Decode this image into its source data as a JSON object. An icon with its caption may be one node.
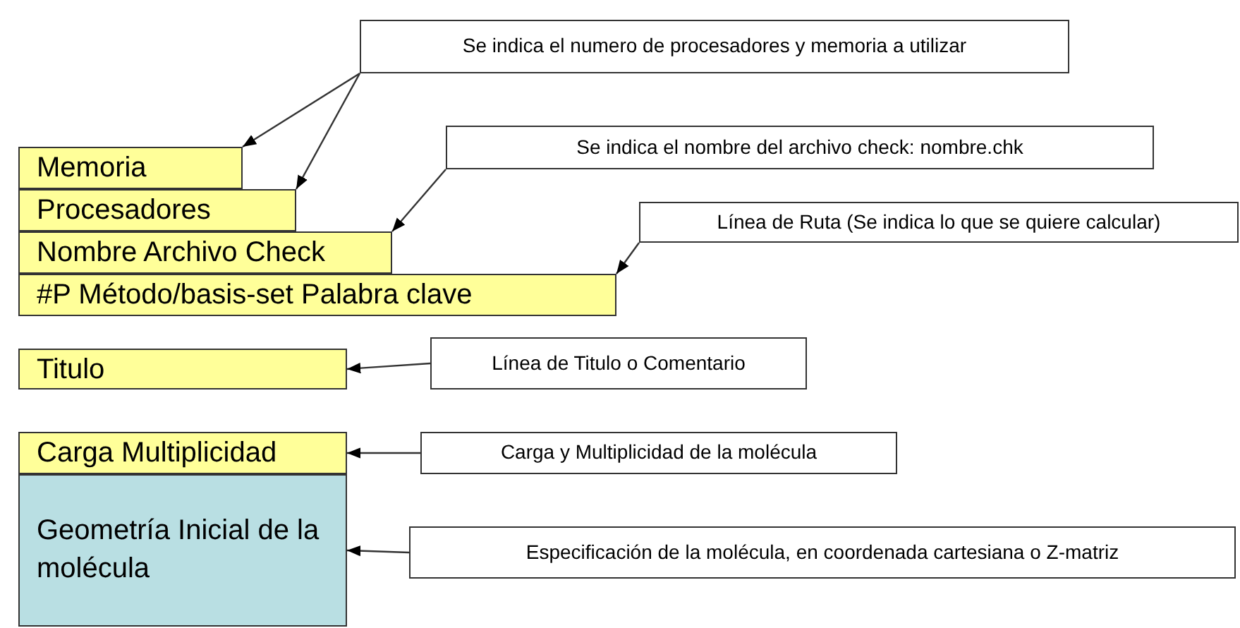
{
  "diagram": {
    "nodes": [
      {
        "text": [
          "Se indica el numero de procesadores y memoria a utilizar"
        ]
      },
      {
        "text": [
          "Memoria"
        ]
      },
      {
        "text": [
          "Procesadores"
        ]
      },
      {
        "text": [
          "Se indica el nombre del archivo check: nombre.chk"
        ]
      },
      {
        "text": [
          "Nombre Archivo Check"
        ]
      },
      {
        "text": [
          "Línea de Ruta (Se indica lo que se quiere calcular)"
        ]
      },
      {
        "text": [
          "#P Método/basis-set Palabra clave"
        ]
      },
      {
        "text": [
          "Titulo"
        ]
      },
      {
        "text": [
          "Línea de Titulo o Comentario"
        ]
      },
      {
        "text": [
          "Carga Multiplicidad"
        ]
      },
      {
        "text": [
          "Carga y Multiplicidad de la molécula"
        ]
      },
      {
        "text": [
          "Geometría Inicial de la molécula"
        ]
      },
      {
        "text": [
          "Especificación de la molécula, en coordenada cartesiana o Z-matriz"
        ]
      }
    ],
    "edges": [
      {
        "from": 0,
        "to": 1,
        "arrow": "to"
      },
      {
        "from": 0,
        "to": 2,
        "arrow": "to"
      },
      {
        "from": 3,
        "to": 4,
        "arrow": "to"
      },
      {
        "from": 5,
        "to": 6,
        "arrow": "to"
      },
      {
        "from": 8,
        "to": 7,
        "arrow": "to"
      },
      {
        "from": 10,
        "to": 9,
        "arrow": "to"
      },
      {
        "from": 12,
        "to": 11,
        "arrow": "to"
      }
    ]
  }
}
